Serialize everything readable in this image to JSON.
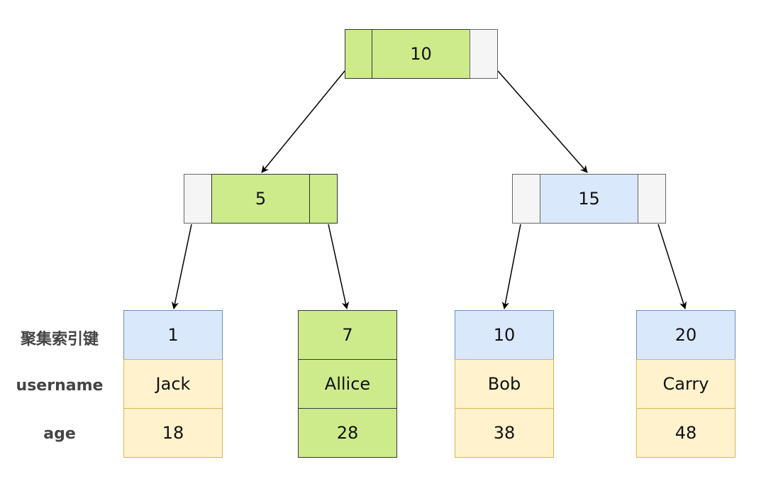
{
  "colors": {
    "green_fill": "#cdeb8b",
    "green_border": "#36393d",
    "blue_fill": "#dae8fc",
    "blue_border": "#6c8ebf",
    "yellow_fill": "#fff2cc",
    "yellow_border": "#d6b656",
    "gray_fill": "#f5f5f5",
    "gray_border": "#666666",
    "arrow": "#000000"
  },
  "row_labels": {
    "key": "聚集索引键",
    "username": "username",
    "age": "age"
  },
  "tree": {
    "root": {
      "key": "10",
      "highlighted": true
    },
    "internal": [
      {
        "key": "5",
        "highlighted": true
      },
      {
        "key": "15",
        "highlighted": false
      }
    ]
  },
  "leaves": [
    {
      "key": "1",
      "username": "Jack",
      "age": "18",
      "highlighted": false
    },
    {
      "key": "7",
      "username": "Allice",
      "age": "28",
      "highlighted": true
    },
    {
      "key": "10",
      "username": "Bob",
      "age": "38",
      "highlighted": false
    },
    {
      "key": "20",
      "username": "Carry",
      "age": "48",
      "highlighted": false
    }
  ]
}
